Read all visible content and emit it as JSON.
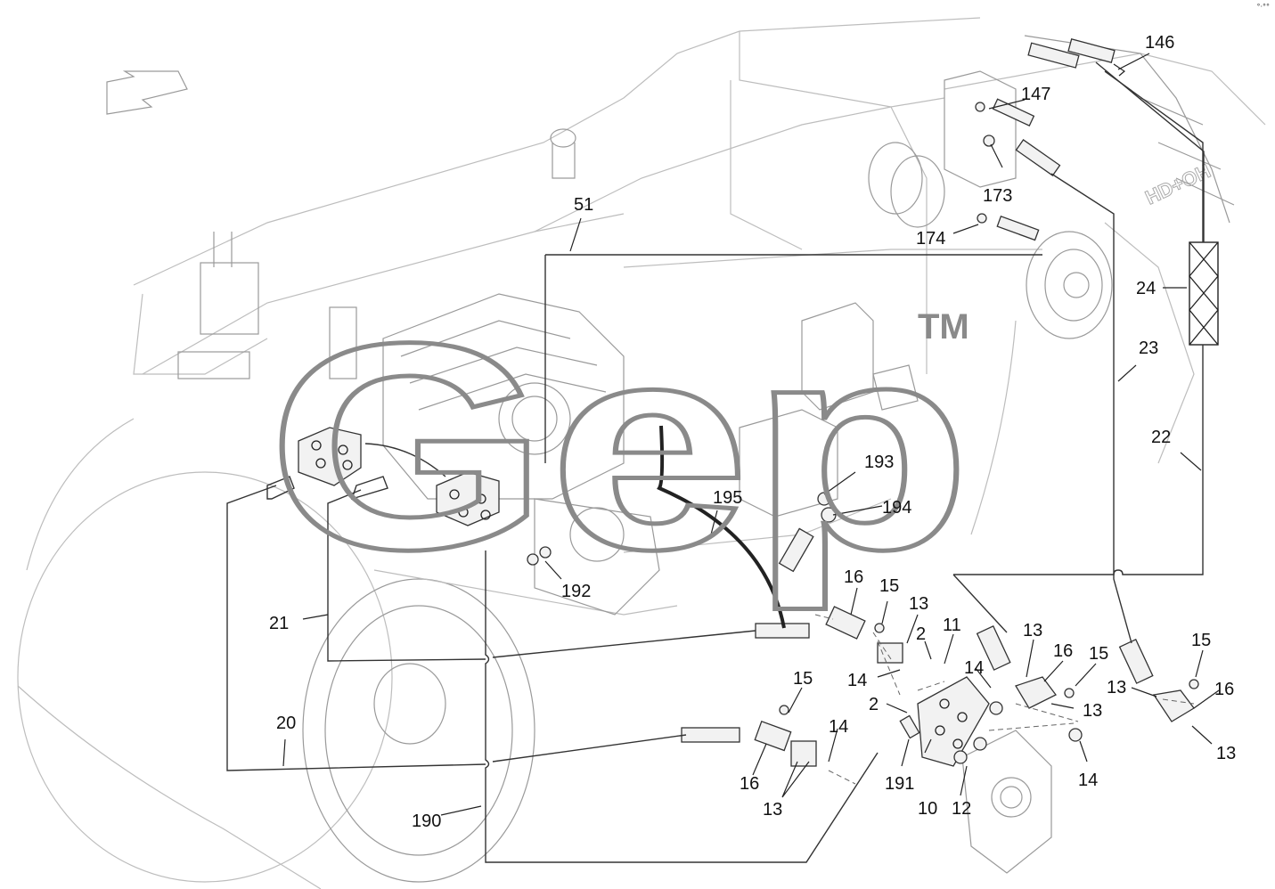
{
  "watermark": {
    "text": "Gep",
    "trademark": "TM"
  },
  "callouts": [
    {
      "id": "c146",
      "text": "146"
    },
    {
      "id": "c147",
      "text": "147"
    },
    {
      "id": "c173",
      "text": "173"
    },
    {
      "id": "c174",
      "text": "174"
    },
    {
      "id": "c51",
      "text": "51"
    },
    {
      "id": "c24",
      "text": "24"
    },
    {
      "id": "c23",
      "text": "23"
    },
    {
      "id": "c22",
      "text": "22"
    },
    {
      "id": "c193",
      "text": "193"
    },
    {
      "id": "c194",
      "text": "194"
    },
    {
      "id": "c195",
      "text": "195"
    },
    {
      "id": "c192",
      "text": "192"
    },
    {
      "id": "c16a",
      "text": "16"
    },
    {
      "id": "c15a",
      "text": "15"
    },
    {
      "id": "c13a",
      "text": "13"
    },
    {
      "id": "c2a",
      "text": "2"
    },
    {
      "id": "c11",
      "text": "11"
    },
    {
      "id": "c14a",
      "text": "14"
    },
    {
      "id": "c21",
      "text": "21"
    },
    {
      "id": "c13b",
      "text": "13"
    },
    {
      "id": "c16b",
      "text": "16"
    },
    {
      "id": "c15b",
      "text": "15"
    },
    {
      "id": "c15c",
      "text": "15"
    },
    {
      "id": "c14b",
      "text": "14"
    },
    {
      "id": "c13c",
      "text": "13"
    },
    {
      "id": "c16c",
      "text": "16"
    },
    {
      "id": "c2b",
      "text": "2"
    },
    {
      "id": "c13d",
      "text": "13"
    },
    {
      "id": "c13e",
      "text": "13"
    },
    {
      "id": "c20",
      "text": "20"
    },
    {
      "id": "c15d",
      "text": "15"
    },
    {
      "id": "c14c",
      "text": "14"
    },
    {
      "id": "c16d",
      "text": "16"
    },
    {
      "id": "c13f",
      "text": "13"
    },
    {
      "id": "c191",
      "text": "191"
    },
    {
      "id": "c10",
      "text": "10"
    },
    {
      "id": "c12",
      "text": "12"
    },
    {
      "id": "c14d",
      "text": "14"
    },
    {
      "id": "c190",
      "text": "190"
    }
  ]
}
